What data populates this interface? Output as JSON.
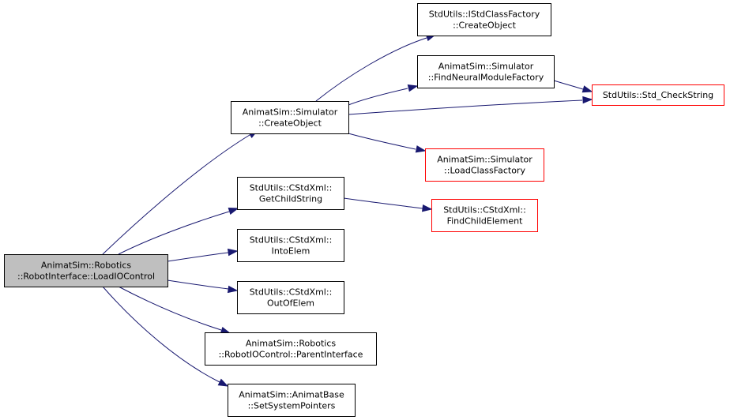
{
  "colors": {
    "edge": "#191970",
    "node_border_normal": "#000000",
    "node_border_truncated": "#ff0000",
    "focus_fill": "#bfbfbf",
    "node_fill": "#ffffff"
  },
  "nodes": {
    "root": {
      "lines": [
        "AnimatSim::Robotics",
        "::RobotInterface::LoadIOControl"
      ],
      "state": "focus"
    },
    "sim_create": {
      "lines": [
        "AnimatSim::Simulator",
        "::CreateObject"
      ],
      "state": "normal"
    },
    "istd_create": {
      "lines": [
        "StdUtils::IStdClassFactory",
        "::CreateObject"
      ],
      "state": "normal"
    },
    "find_neural": {
      "lines": [
        "AnimatSim::Simulator",
        "::FindNeuralModuleFactory"
      ],
      "state": "normal"
    },
    "check_string": {
      "lines": [
        "StdUtils::Std_CheckString"
      ],
      "state": "truncated"
    },
    "load_class": {
      "lines": [
        "AnimatSim::Simulator",
        "::LoadClassFactory"
      ],
      "state": "truncated"
    },
    "get_child": {
      "lines": [
        "StdUtils::CStdXml::",
        "GetChildString"
      ],
      "state": "normal"
    },
    "find_child": {
      "lines": [
        "StdUtils::CStdXml::",
        "FindChildElement"
      ],
      "state": "truncated"
    },
    "into_elem": {
      "lines": [
        "StdUtils::CStdXml::",
        "IntoElem"
      ],
      "state": "normal"
    },
    "out_of_elem": {
      "lines": [
        "StdUtils::CStdXml::",
        "OutOfElem"
      ],
      "state": "normal"
    },
    "parent_iface": {
      "lines": [
        "AnimatSim::Robotics",
        "::RobotIOControl::ParentInterface"
      ],
      "state": "normal"
    },
    "set_sys": {
      "lines": [
        "AnimatSim::AnimatBase",
        "::SetSystemPointers"
      ],
      "state": "normal"
    }
  },
  "edges": [
    {
      "from": "root",
      "to": "sim_create"
    },
    {
      "from": "root",
      "to": "get_child"
    },
    {
      "from": "root",
      "to": "into_elem"
    },
    {
      "from": "root",
      "to": "out_of_elem"
    },
    {
      "from": "root",
      "to": "parent_iface"
    },
    {
      "from": "root",
      "to": "set_sys"
    },
    {
      "from": "sim_create",
      "to": "istd_create"
    },
    {
      "from": "sim_create",
      "to": "find_neural"
    },
    {
      "from": "sim_create",
      "to": "check_string"
    },
    {
      "from": "sim_create",
      "to": "load_class"
    },
    {
      "from": "find_neural",
      "to": "check_string"
    },
    {
      "from": "get_child",
      "to": "find_child"
    }
  ]
}
